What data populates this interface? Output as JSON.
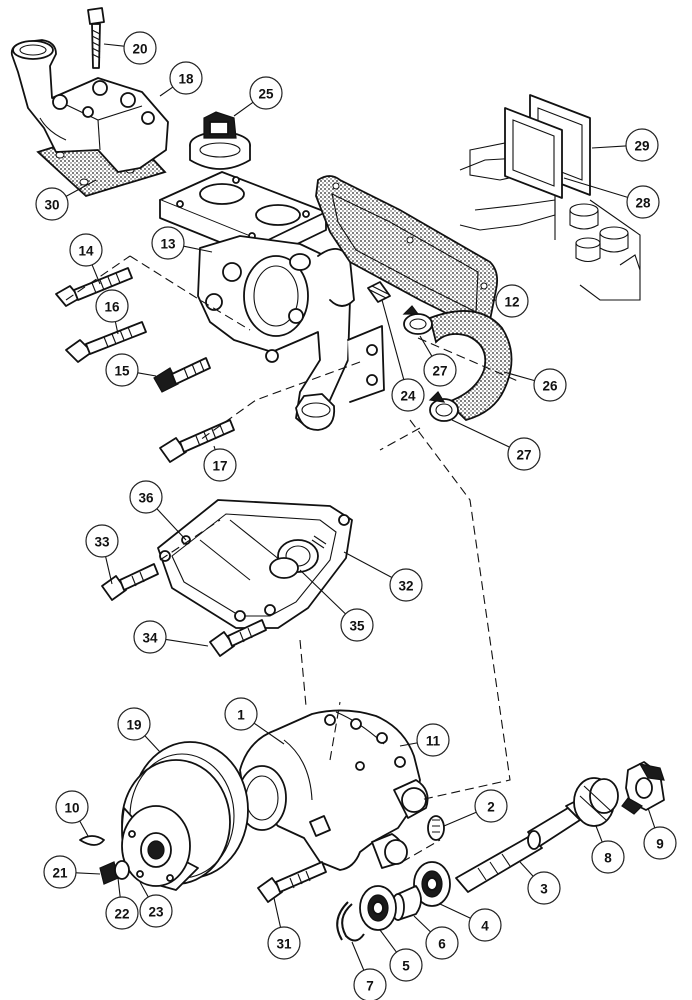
{
  "diagram": {
    "callouts": [
      {
        "label": "20"
      },
      {
        "label": "18"
      },
      {
        "label": "25"
      },
      {
        "label": "29"
      },
      {
        "label": "28"
      },
      {
        "label": "30"
      },
      {
        "label": "13"
      },
      {
        "label": "14"
      },
      {
        "label": "16"
      },
      {
        "label": "12"
      },
      {
        "label": "27"
      },
      {
        "label": "15"
      },
      {
        "label": "24"
      },
      {
        "label": "26"
      },
      {
        "label": "27"
      },
      {
        "label": "17"
      },
      {
        "label": "36"
      },
      {
        "label": "33"
      },
      {
        "label": "32"
      },
      {
        "label": "35"
      },
      {
        "label": "34"
      },
      {
        "label": "1"
      },
      {
        "label": "19"
      },
      {
        "label": "11"
      },
      {
        "label": "10"
      },
      {
        "label": "2"
      },
      {
        "label": "21"
      },
      {
        "label": "22"
      },
      {
        "label": "23"
      },
      {
        "label": "3"
      },
      {
        "label": "8"
      },
      {
        "label": "9"
      },
      {
        "label": "31"
      },
      {
        "label": "4"
      },
      {
        "label": "6"
      },
      {
        "label": "5"
      },
      {
        "label": "7"
      }
    ]
  }
}
